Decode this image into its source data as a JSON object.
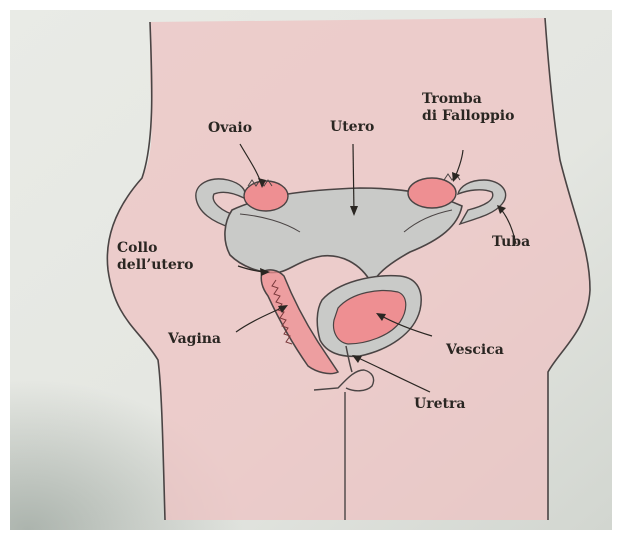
{
  "labels": {
    "ovaio": "Ovaio",
    "utero": "Utero",
    "tromba_line1": "Tromba",
    "tromba_line2": "di Falloppio",
    "tuba": "Tuba",
    "collo_line1": "Collo",
    "collo_line2": "dell’utero",
    "vagina": "Vagina",
    "vescica": "Vescica",
    "uretra": "Uretra"
  },
  "colors": {
    "page": "#e6e8e3",
    "skin": "#eec3c3",
    "organ": "#c9cac8",
    "ovary": "#ee8f92",
    "outline": "#4a4444"
  }
}
